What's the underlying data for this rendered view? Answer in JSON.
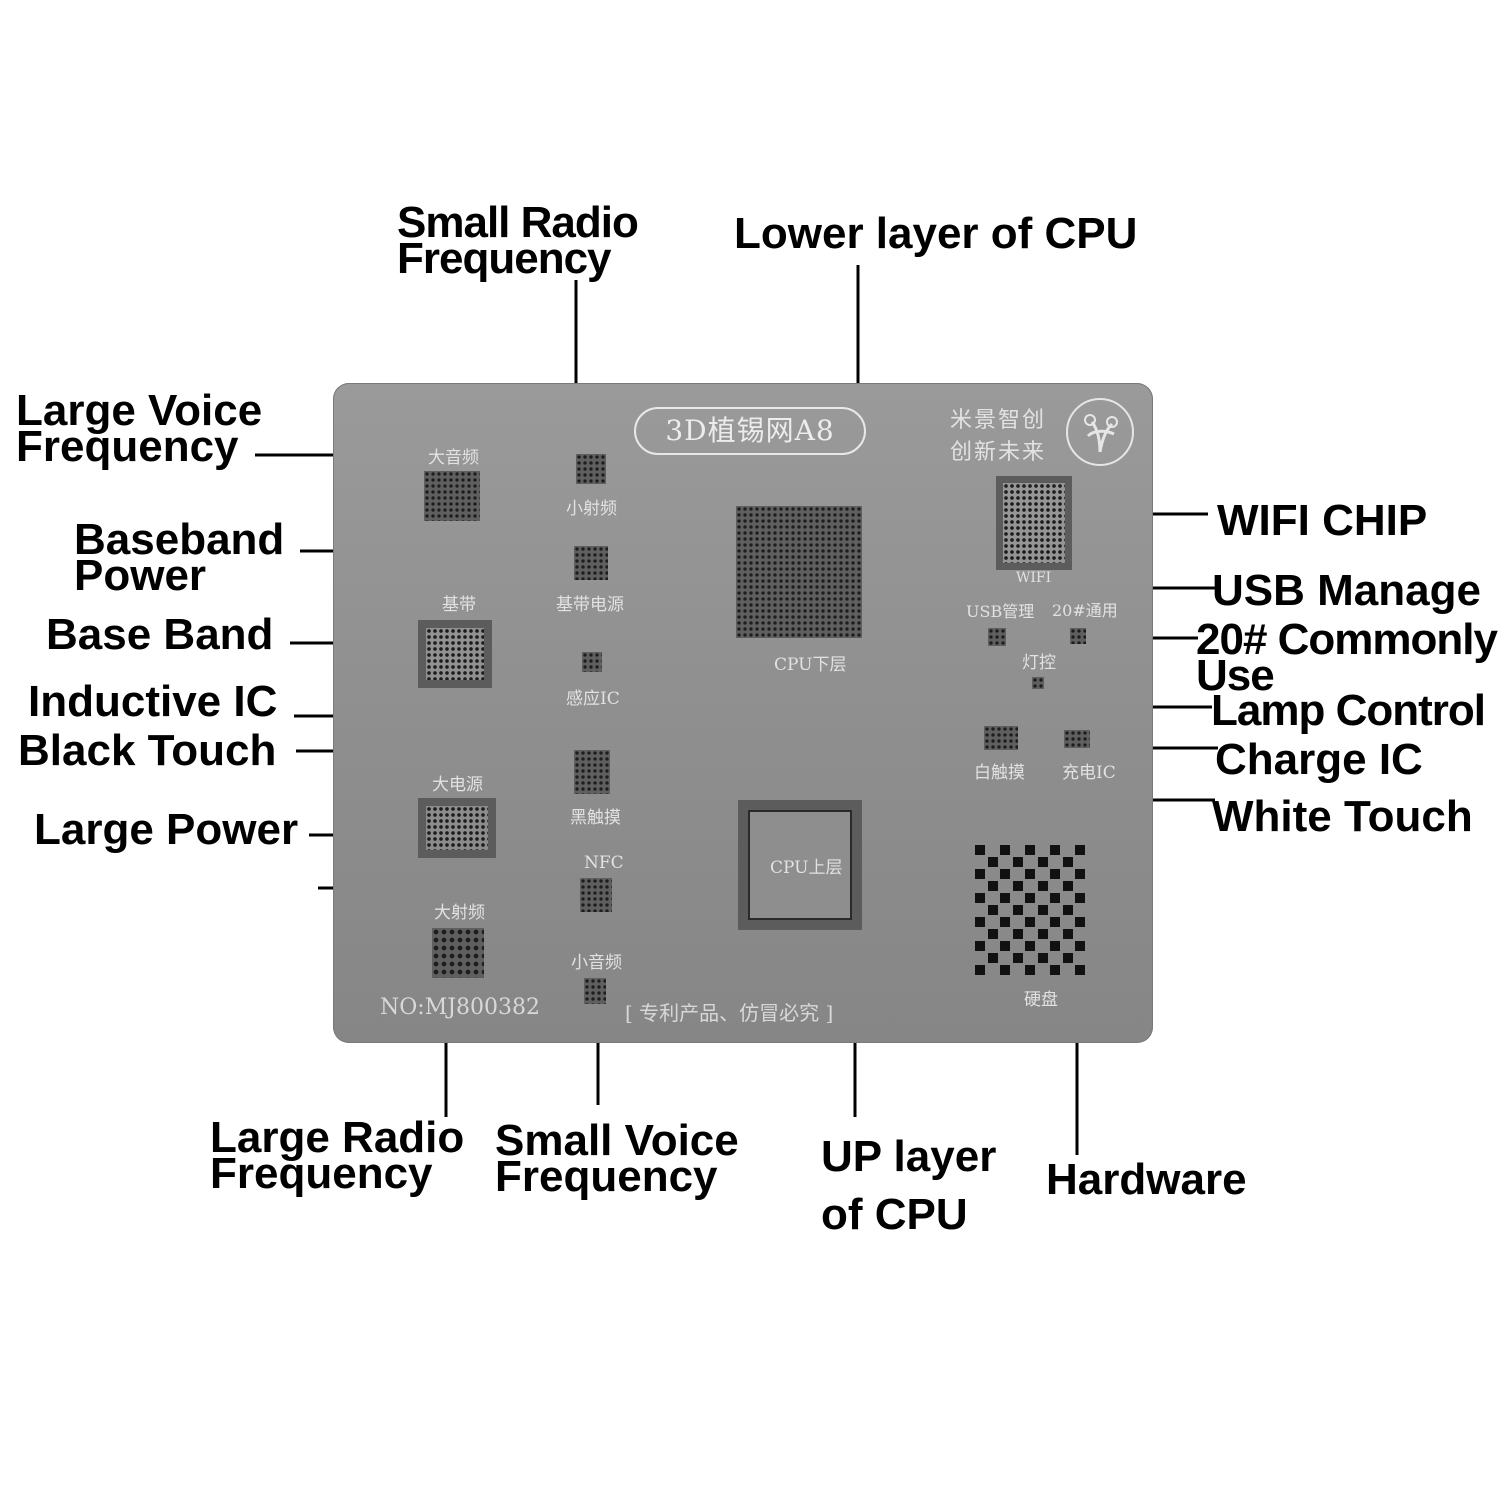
{
  "plate": {
    "title": "3D植锡网A8",
    "brand_line1": "米景智创",
    "brand_line2": "创新未来",
    "serial": "NO:MJ800382",
    "patent": "[ 专利产品、仿冒必究 ]"
  },
  "chip_labels": {
    "large_voice": "大音频",
    "small_radio": "小射频",
    "baseband_power": "基带电源",
    "baseband": "基带",
    "inductive": "感应IC",
    "large_power": "大电源",
    "black_touch": "黑触摸",
    "nfc": "NFC",
    "large_radio": "大射频",
    "small_voice": "小音频",
    "cpu_lower": "CPU下层",
    "cpu_upper": "CPU上层",
    "wifi": "WIFI",
    "usb": "USB管理",
    "common20": "20#通用",
    "lamp": "灯控",
    "white_touch": "白触摸",
    "charge": "充电IC",
    "hardware": "硬盘"
  },
  "callouts": {
    "small_radio": "Small Radio\nFrequency",
    "cpu_lower": "Lower layer of CPU",
    "large_voice": "Large Voice\nFrequency",
    "baseband_power": "Baseband\nPower",
    "base_band": "Base Band",
    "inductive_ic": "Inductive IC",
    "black_touch": "Black Touch",
    "large_power": "Large Power",
    "wifi_chip": "WIFI CHIP",
    "usb_manage": "USB Manage",
    "common20": "20# Commonly\nUse",
    "lamp_control": "Lamp Control",
    "charge_ic": "Charge IC",
    "white_touch": "White Touch",
    "large_radio": "Large Radio\nFrequency",
    "small_voice": "Small Voice\nFrequency",
    "up_layer_cpu": "UP layer\nof CPU",
    "hardware": "Hardware"
  }
}
